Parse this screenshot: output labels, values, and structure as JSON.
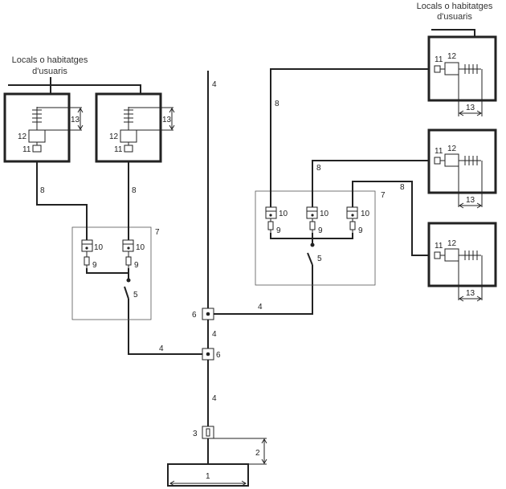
{
  "captions": {
    "users_left": [
      "Locals o habitatges",
      "d'usuaris"
    ],
    "users_right": [
      "Locals o habitatges",
      "d'usuaris"
    ]
  },
  "labels": {
    "n1": "1",
    "n2": "2",
    "n3": "3",
    "n4": "4",
    "n5": "5",
    "n6": "6",
    "n7": "7",
    "n8": "8",
    "n9": "9",
    "n10": "10",
    "n11": "11",
    "n12": "12",
    "n13": "13"
  }
}
